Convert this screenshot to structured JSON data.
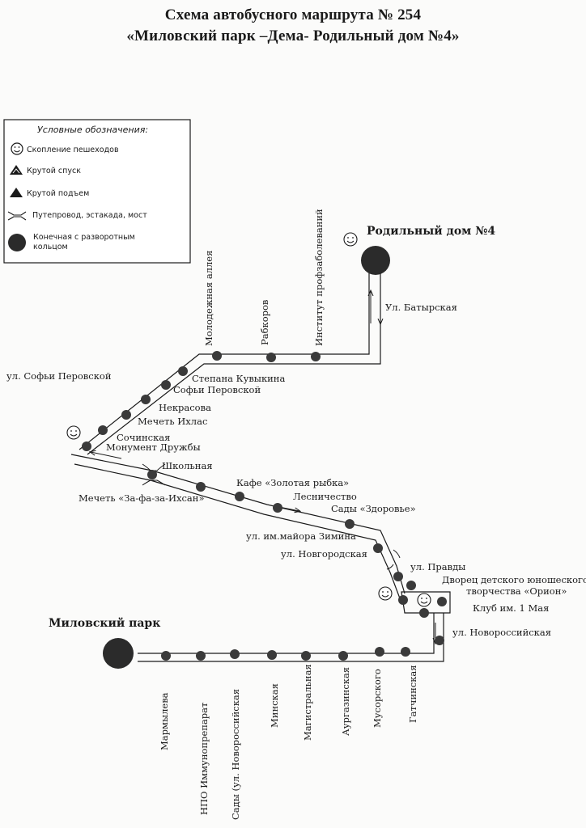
{
  "header": {
    "title_line1": "Схема автобусного маршрута № 254",
    "title_line2": "«Миловский парк –Дема- Родильный дом №4»"
  },
  "legend": {
    "title": "Условные обозначения:",
    "items": [
      {
        "icon": "smiley-icon",
        "label": "Скопление пешеходов"
      },
      {
        "icon": "steep-descent-icon",
        "label": "Крутой спуск"
      },
      {
        "icon": "steep-ascent-icon",
        "label": "Крутой подъем"
      },
      {
        "icon": "overpass-icon",
        "label": "Путепровод, эстакада, мост"
      },
      {
        "icon": "terminal-loop-icon",
        "label": "Конечная с разворотным кольцом"
      }
    ]
  },
  "terminals": {
    "start": "Миловский парк",
    "end": "Родильный дом №4"
  },
  "streets": {
    "batyrskaya": "Ул. Батырская",
    "sofya_perovskaya": "ул. Софьи Перовской"
  },
  "stops": {
    "molodezhnaya": "Молодежная аллея",
    "rabkorov": "Рабкоров",
    "institut": "Институт профзаболеваний",
    "stepana": "Степана Кувыкина",
    "sofyi": "Софьи Перовской",
    "nekrasova": "Некрасова",
    "mechet_ikhlas": "Мечеть Ихлас",
    "sochinskaya": "Сочинская",
    "monument": "Монумент Дружбы",
    "shkolnaya": "Школьная",
    "mechet_zafa": "Мечеть «За-фа-за-Ихсан»",
    "kafe": "Кафе «Золотая рыбка»",
    "lesnichestvo": "Лесничество",
    "sady_zdorovye": "Сады «Здоровье»",
    "zimina": "ул. им.майора Зимина",
    "novgorodskaya": "ул. Новгородская",
    "pravdy": "ул. Правды",
    "dvorets_1": "Дворец детского юношеского",
    "dvorets_2": "творчества «Орион»",
    "klub": "Клуб им. 1 Мая",
    "novorossiyskaya": "ул. Новороссийская",
    "marmyleva": "Мармылева",
    "npo": "НПО Иммунопрепарат",
    "sady_novoross": "Сады (ул. Новороссийская",
    "minskaya": "Минская",
    "magistralnaya": "Магистральная",
    "avrgazinskaya": "Аургазинская",
    "musorskogo": "Мусорского",
    "gatchinskaya": "Гатчинская"
  },
  "colors": {
    "ink": "#1a1a1a",
    "stop_fill": "#3a3a3a",
    "terminal_fill": "#2b2b2b"
  }
}
